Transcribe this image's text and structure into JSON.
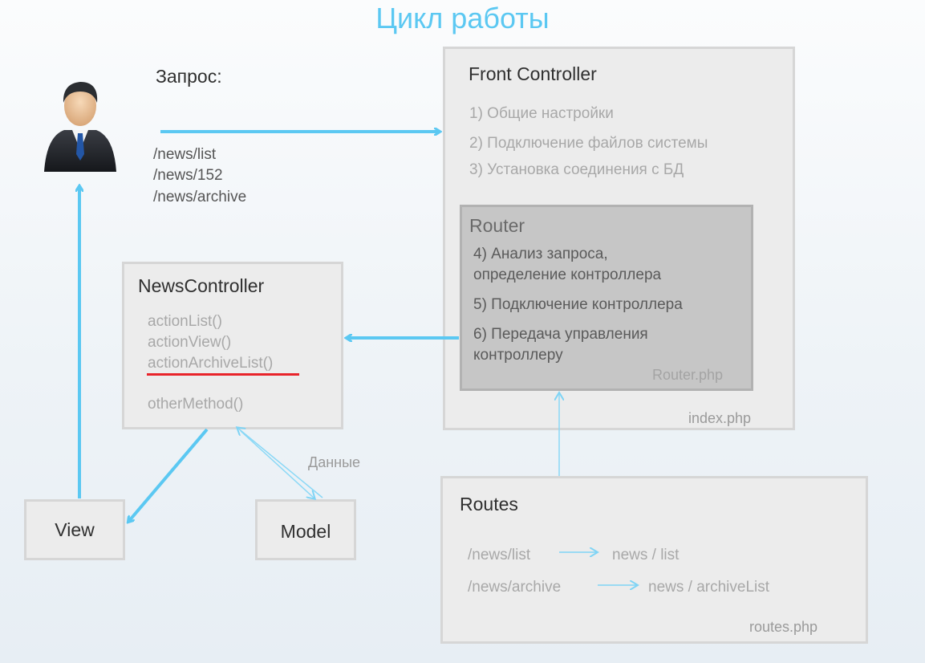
{
  "title": "Цикл работы",
  "request": {
    "label": "Запрос:",
    "urls": [
      "/news/list",
      "/news/152",
      "/news/archive"
    ]
  },
  "front_controller": {
    "title": "Front Controller",
    "steps": [
      "1) Общие настройки",
      "2) Подключение файлов системы",
      "3) Установка соединения с БД"
    ],
    "file": "index.php"
  },
  "router": {
    "title": "Router",
    "steps": [
      "4) Анализ запроса,",
      "определение контроллера",
      "5) Подключение контроллера",
      "6) Передача управления",
      "контроллеру"
    ],
    "file": "Router.php"
  },
  "news_controller": {
    "title": "NewsController",
    "methods": [
      "actionList()",
      "actionView()",
      "actionArchiveList()",
      "otherMethod()"
    ]
  },
  "view": {
    "label": "View"
  },
  "model": {
    "label": "Model"
  },
  "data_label": "Данные",
  "routes": {
    "title": "Routes",
    "rows": [
      {
        "from": "/news/list",
        "to": "news / list"
      },
      {
        "from": "/news/archive",
        "to": "news / archiveList"
      }
    ],
    "file": "routes.php"
  },
  "colors": {
    "accent": "#5bc8f2",
    "highlight_underline": "#e8232a"
  },
  "icons": {
    "user": "user-icon"
  }
}
